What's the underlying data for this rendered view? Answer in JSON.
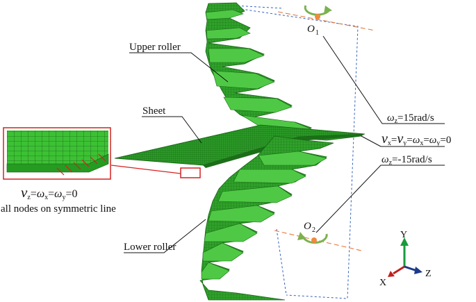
{
  "colors": {
    "mesh": "#2fa12a",
    "mesh_dark": "#1c6e18",
    "mesh_light": "#4fc945",
    "axis_dash": "#e8793a",
    "box_dash": "#3060c0",
    "callout": "#d62020",
    "rotation_arrow": "#7bb24f",
    "center_dot": "#f08a3c",
    "axis_y": "#1a9a3a",
    "axis_x": "#c0201f",
    "axis_z": "#1c3a8a"
  },
  "labels": {
    "upper_roller": "Upper roller",
    "sheet": "Sheet",
    "lower_roller": "Lower roller",
    "o1": "O",
    "o1_sub": "1",
    "o2": "O",
    "o2_sub": "2"
  },
  "conditions": {
    "wz_upper": {
      "sym": "ω",
      "sub": "z",
      "rest": "=15rad/s"
    },
    "sheet_bc": {
      "parts": [
        "v",
        "x",
        "=",
        "v",
        "y",
        "=",
        "ω",
        "x",
        "=",
        "ω",
        "y",
        "=0"
      ]
    },
    "wz_lower": {
      "sym": "ω",
      "sub": "z",
      "rest": "=-15rad/s"
    },
    "symmetric_bc": {
      "v": "v",
      "vz": "z",
      "eq1": "=",
      "w1": "ω",
      "wx": "x",
      "eq2": "=",
      "w2": "ω",
      "wy": "y",
      "tail": "=0"
    },
    "symmetric_note": "all nodes on symmetric line"
  },
  "axes": {
    "y": "Y",
    "x": "X",
    "z": "Z"
  },
  "icons": [
    "rotation-arrow-icon",
    "axis-triad-icon"
  ]
}
